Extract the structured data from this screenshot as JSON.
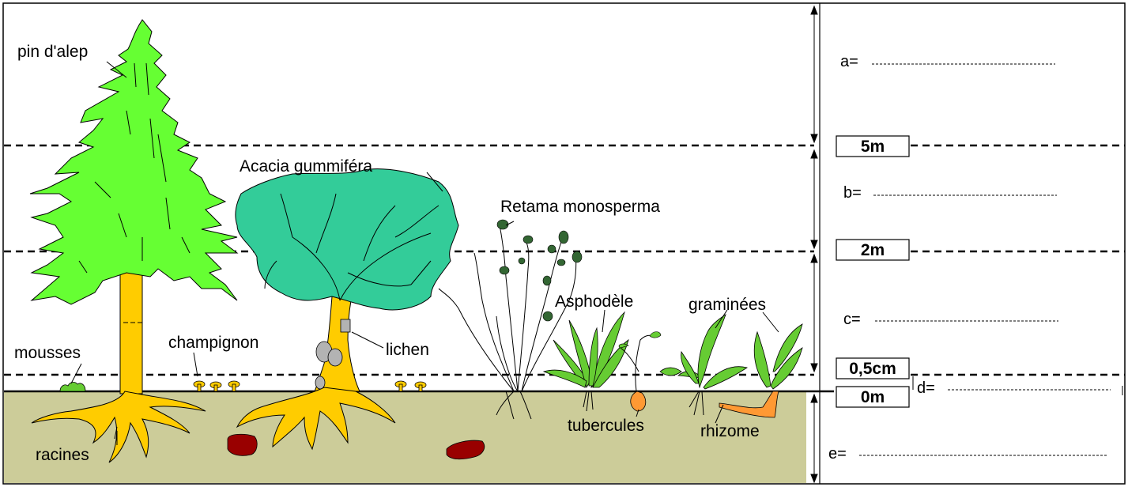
{
  "labels": {
    "pin": "pin d'alep",
    "acacia": "Acacia gummiféra",
    "retama": "Retama monosperma",
    "asphodele": "Asphodèle",
    "graminees": "graminées",
    "mousses": "mousses",
    "champignon": "champignon",
    "lichen": "lichen",
    "racines": "racines",
    "tubercules": "tubercules",
    "rhizome": "rhizome"
  },
  "heights": {
    "h5m": "5m",
    "h2m": "2m",
    "h05": "0,5cm",
    "h0": "0m"
  },
  "blanks": {
    "a": "a=",
    "b": "b=",
    "c": "c=",
    "d": "d=",
    "e": "e=",
    "line": "----------------------------------------"
  },
  "colors": {
    "pine_foliage": "#66ff33",
    "acacia_foliage": "#33cc99",
    "trunk": "#ffcc00",
    "soil": "#cccc99",
    "herb_green": "#66cc33",
    "retama_leaf": "#336633",
    "rock": "#990000",
    "tuber": "#ff9933",
    "lichen_gray": "#b3b3b3"
  }
}
